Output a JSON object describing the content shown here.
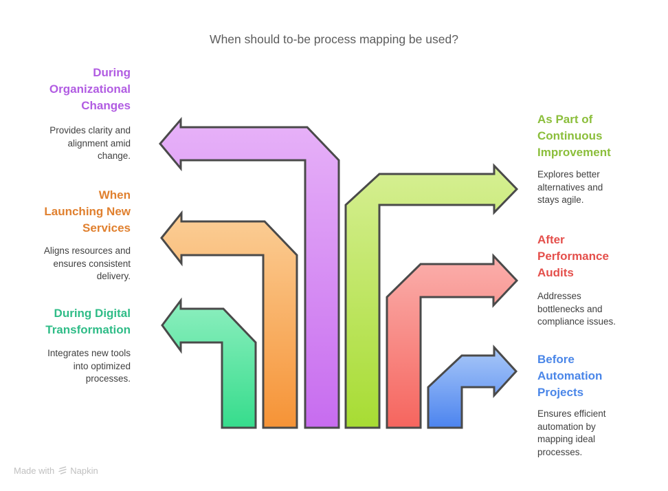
{
  "title": "When should to-be process mapping be used?",
  "palette": {
    "outline": "#4a4a4a",
    "title_color": "#5c5c5c",
    "body_text": "#3f3f3f",
    "footer_text": "#c0c0c0"
  },
  "sections": {
    "left": [
      {
        "heading": "During\nOrganizational\nChanges",
        "body": "Provides clarity and\nalignment amid\nchange.",
        "heading_color": "#b15ce2",
        "arrow_top": "#e7b2f8",
        "arrow_bottom": "#c76cef"
      },
      {
        "heading": "When\nLaunching New\nServices",
        "body": "Aligns resources and\nensures consistent\ndelivery.",
        "heading_color": "#e0802f",
        "arrow_top": "#fbce96",
        "arrow_bottom": "#f69336"
      },
      {
        "heading": "During Digital\nTransformation",
        "body": "Integrates new tools\ninto optimized\nprocesses.",
        "heading_color": "#2fbc87",
        "arrow_top": "#8defbf",
        "arrow_bottom": "#36dc8c"
      }
    ],
    "right": [
      {
        "heading": "As Part of\nContinuous\nImprovement",
        "body": "Explores better\nalternatives and\nstays agile.",
        "heading_color": "#8bbe3b",
        "arrow_top": "#d6ef93",
        "arrow_bottom": "#a7dc33"
      },
      {
        "heading": "After\nPerformance\nAudits",
        "body": "Addresses\nbottlenecks and\ncompliance issues.",
        "heading_color": "#e44f4b",
        "arrow_top": "#faafac",
        "arrow_bottom": "#f6655e"
      },
      {
        "heading": "Before\nAutomation\nProjects",
        "body": "Ensures efficient\nautomation by\nmapping ideal\nprocesses.",
        "heading_color": "#4a86e8",
        "arrow_top": "#a9c8f8",
        "arrow_bottom": "#4c84ef"
      }
    ]
  },
  "footer": {
    "made_with": "Made with",
    "brand": "Napkin"
  }
}
